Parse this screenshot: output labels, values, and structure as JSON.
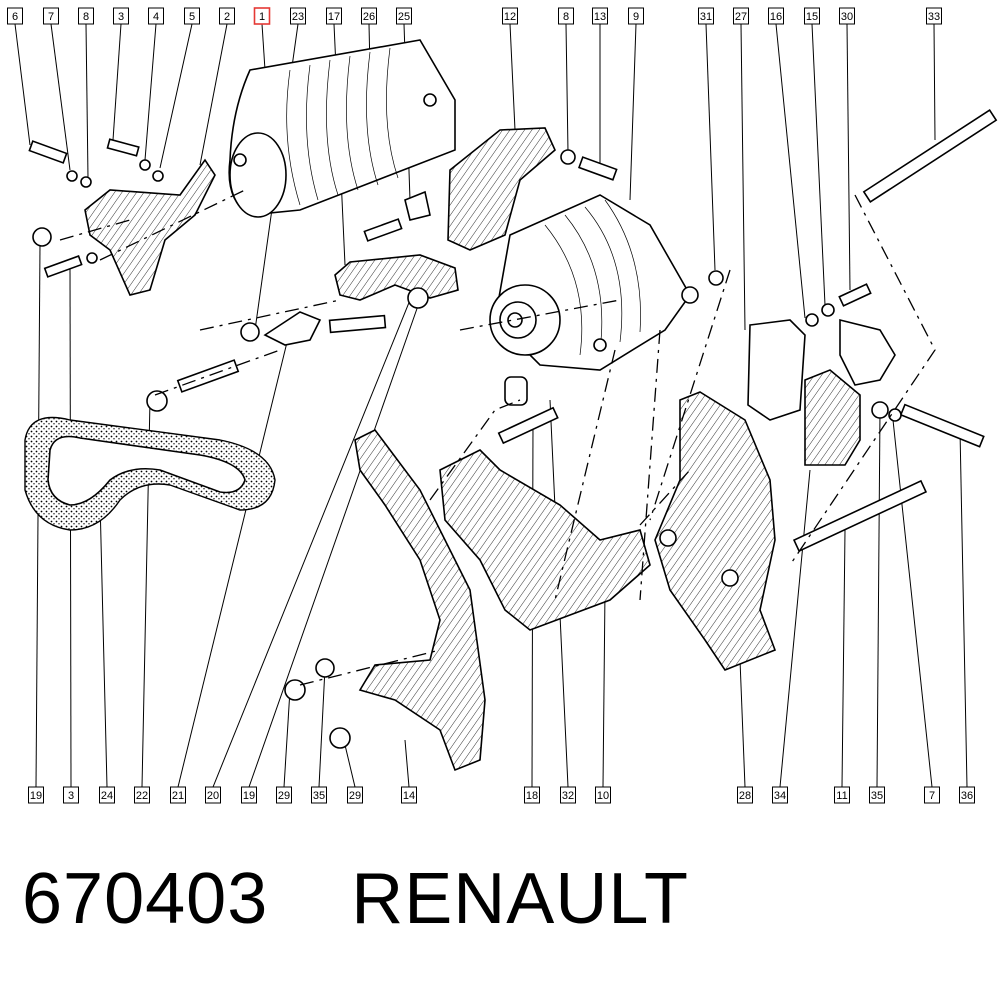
{
  "diagram": {
    "top_callouts": [
      "6",
      "7",
      "8",
      "3",
      "4",
      "5",
      "2",
      "1",
      "23",
      "17",
      "26",
      "25",
      "12",
      "8",
      "13",
      "9",
      "31",
      "27",
      "16",
      "15",
      "30",
      "33"
    ],
    "bottom_callouts": [
      "19",
      "3",
      "24",
      "22",
      "21",
      "20",
      "19",
      "29",
      "35",
      "29",
      "14",
      "18",
      "32",
      "10",
      "28",
      "34",
      "11",
      "35",
      "7",
      "36"
    ],
    "highlighted_callout": "1",
    "highlight_color": "#e53935"
  },
  "footer": {
    "part_number": "670403",
    "brand": "RENAULT"
  }
}
